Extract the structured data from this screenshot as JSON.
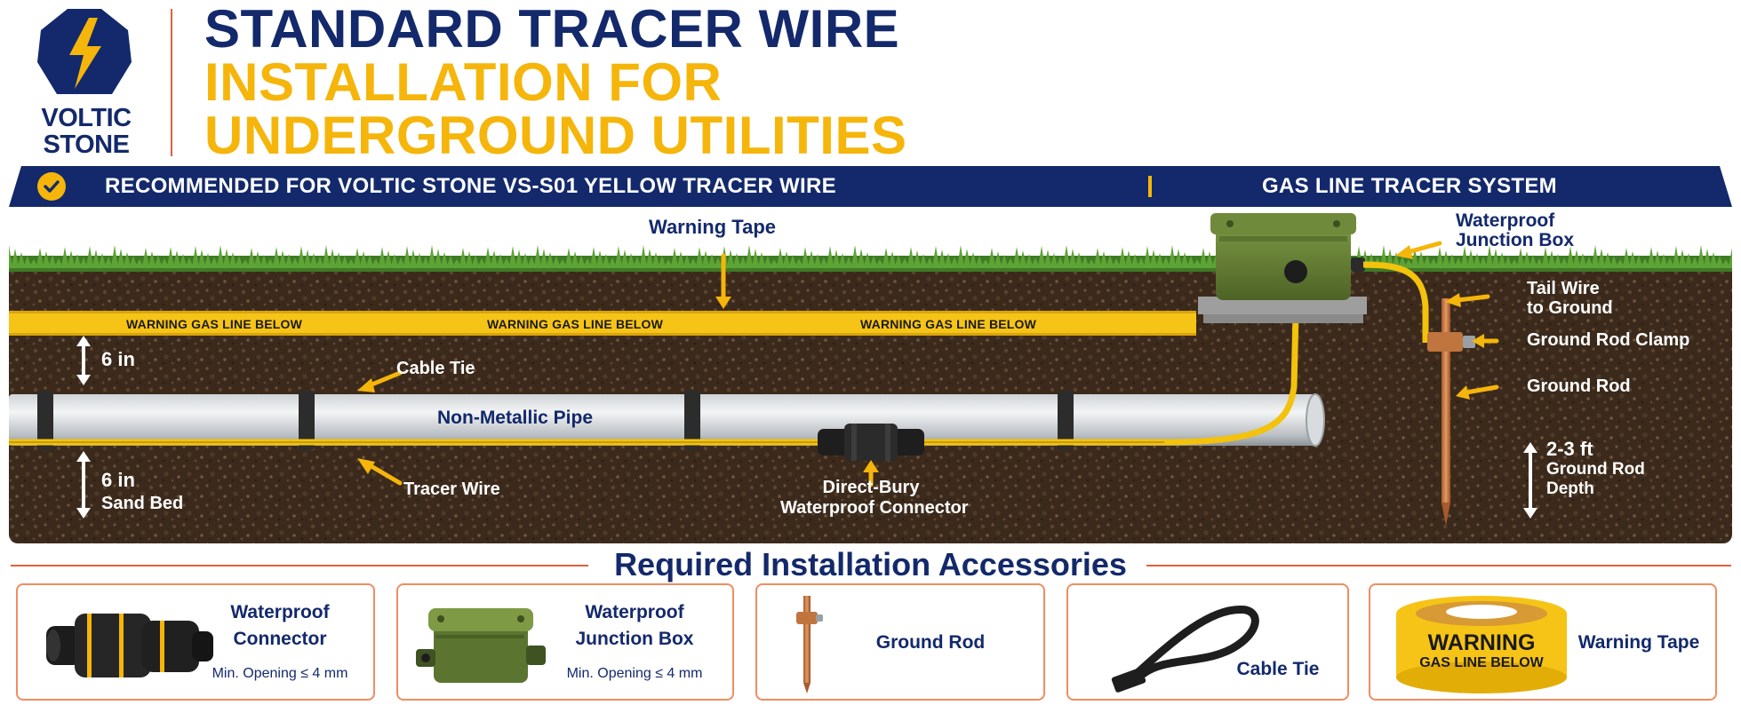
{
  "brand": {
    "name_line1": "VOLTIC",
    "name_line2": "STONE",
    "colors": {
      "navy": "#13296b",
      "yellow": "#f5b50a",
      "orange": "#e2603a"
    }
  },
  "header": {
    "title_line1": "STANDARD TRACER WIRE",
    "title_line2": "INSTALLATION FOR",
    "title_line3": "UNDERGROUND UTILITIES"
  },
  "banner": {
    "icon": "check-circle-icon",
    "left_text": "RECOMMENDED FOR VOLTIC STONE VS-S01 YELLOW TRACER WIRE",
    "right_text": "GAS LINE TRACER SYSTEM"
  },
  "diagram": {
    "warning_tape_label": "Warning Tape",
    "tape_print": "WARNING GAS LINE BELOW",
    "depth_top": "6 in",
    "depth_bottom": "6 in",
    "sand_bed": "Sand Bed",
    "cable_tie": "Cable Tie",
    "pipe": "Non-Metallic Pipe",
    "tracer_wire": "Tracer Wire",
    "connector_line1": "Direct-Bury",
    "connector_line2": "Waterproof Connector",
    "junction_box_line1": "Waterproof",
    "junction_box_line2": "Junction Box",
    "tail_wire_line1": "Tail Wire",
    "tail_wire_line2": "to Ground",
    "ground_rod_clamp": "Ground Rod Clamp",
    "ground_rod": "Ground Rod",
    "rod_depth": "2-3 ft",
    "rod_depth_line2": "Ground Rod",
    "rod_depth_line3": "Depth"
  },
  "accessories": {
    "title": "Required Installation Accessories",
    "items": [
      {
        "name_line1": "Waterproof",
        "name_line2": "Connector",
        "spec": "Min. Opening ≤ 4 mm",
        "icon": "waterproof-connector-icon"
      },
      {
        "name_line1": "Waterproof",
        "name_line2": "Junction Box",
        "spec": "Min. Opening ≤ 4 mm",
        "icon": "junction-box-icon"
      },
      {
        "name_line1": "Ground Rod",
        "icon": "ground-rod-icon"
      },
      {
        "name_line1": "Cable Tie",
        "icon": "cable-tie-icon"
      },
      {
        "name_line1": "Warning Tape",
        "tape_line1": "WARNING",
        "tape_line2": "GAS LINE BELOW",
        "icon": "warning-tape-roll-icon"
      }
    ]
  }
}
